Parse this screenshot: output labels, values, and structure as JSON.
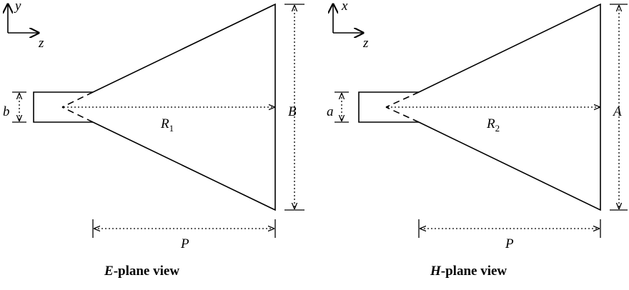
{
  "e_plane": {
    "axes": {
      "vertical": "y",
      "horizontal": "z"
    },
    "labels": {
      "height": "b",
      "radius": "R",
      "radius_sub": "1",
      "aperture": "B",
      "length": "P"
    },
    "caption": {
      "field": "E",
      "rest": "-plane view"
    }
  },
  "h_plane": {
    "axes": {
      "vertical": "x",
      "horizontal": "z"
    },
    "labels": {
      "height": "a",
      "radius": "R",
      "radius_sub": "2",
      "aperture": "A",
      "length": "P"
    },
    "caption": {
      "field": "H",
      "rest": "-plane view"
    }
  }
}
